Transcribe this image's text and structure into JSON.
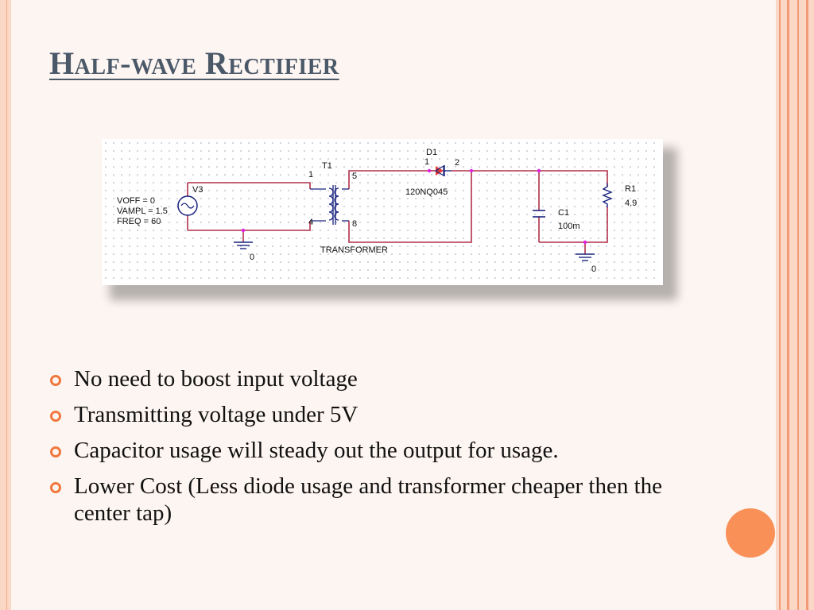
{
  "slide": {
    "title": "Half-wave Rectifier",
    "accent_color": "#f0783e",
    "circle_color": "#f89057"
  },
  "circuit": {
    "source": {
      "ref": "V3",
      "params": [
        "VOFF = 0",
        "VAMPL = 1.5",
        "FREQ = 60"
      ]
    },
    "transformer": {
      "ref": "T1",
      "model": "TRANSFORMER",
      "pins": [
        "1",
        "4",
        "5",
        "8"
      ]
    },
    "diode": {
      "ref": "D1",
      "model": "120NQ045",
      "pins": [
        "1",
        "2"
      ]
    },
    "capacitor": {
      "ref": "C1",
      "value": "100m"
    },
    "resistor": {
      "ref": "R1",
      "value": "4.9"
    },
    "ground_labels": [
      "0",
      "0"
    ]
  },
  "bullets": [
    "No need to boost input voltage",
    "Transmitting voltage under 5V",
    "Capacitor usage will steady out the output for usage.",
    "Lower Cost (Less diode usage and transformer cheaper then the center tap)"
  ]
}
